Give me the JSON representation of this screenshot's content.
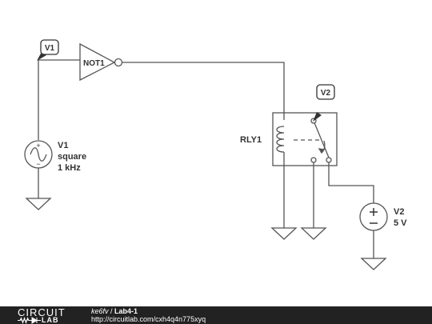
{
  "components": {
    "source_v1": {
      "name": "V1",
      "line2": "square",
      "line3": "1 kHz"
    },
    "probe_v1": {
      "label": "V1"
    },
    "inverter": {
      "label": "NOT1"
    },
    "relay": {
      "label": "RLY1"
    },
    "probe_v2": {
      "label": "V2"
    },
    "source_v2": {
      "name": "V2",
      "value": "5 V"
    }
  },
  "footer": {
    "logo_top": "CIRCUIT",
    "logo_bottom": "LAB",
    "user": "ke6fv",
    "separator": " / ",
    "title": "Lab4-1",
    "url": "http://circuitlab.com/cxh4q4n775xyq"
  }
}
